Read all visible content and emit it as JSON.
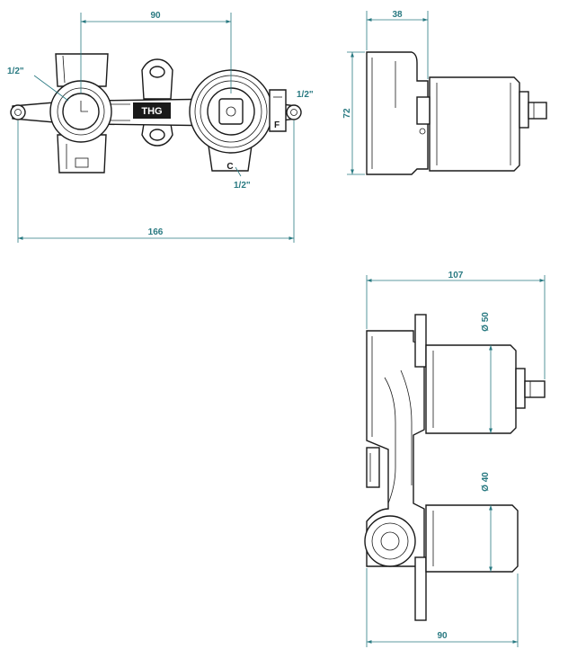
{
  "colors": {
    "dimension": "#2a7a82",
    "outline": "#1a1a1a",
    "fill": "#ffffff",
    "logo_bg": "#1a1a1a",
    "logo_text": "#ffffff"
  },
  "front_view": {
    "logo": "THG",
    "dim_top": "90",
    "dim_bottom": "166",
    "label_left_port": "1/2\"",
    "label_right_port": "1/2\"",
    "label_bottom_port": "1/2\"",
    "marker_c": "C",
    "marker_f": "F"
  },
  "side_view": {
    "dim_width": "38",
    "dim_height": "72"
  },
  "top_view": {
    "dim_width": "107",
    "dim_bottom": "90",
    "diameter_upper": "Ø 50",
    "diameter_lower": "Ø 40"
  }
}
